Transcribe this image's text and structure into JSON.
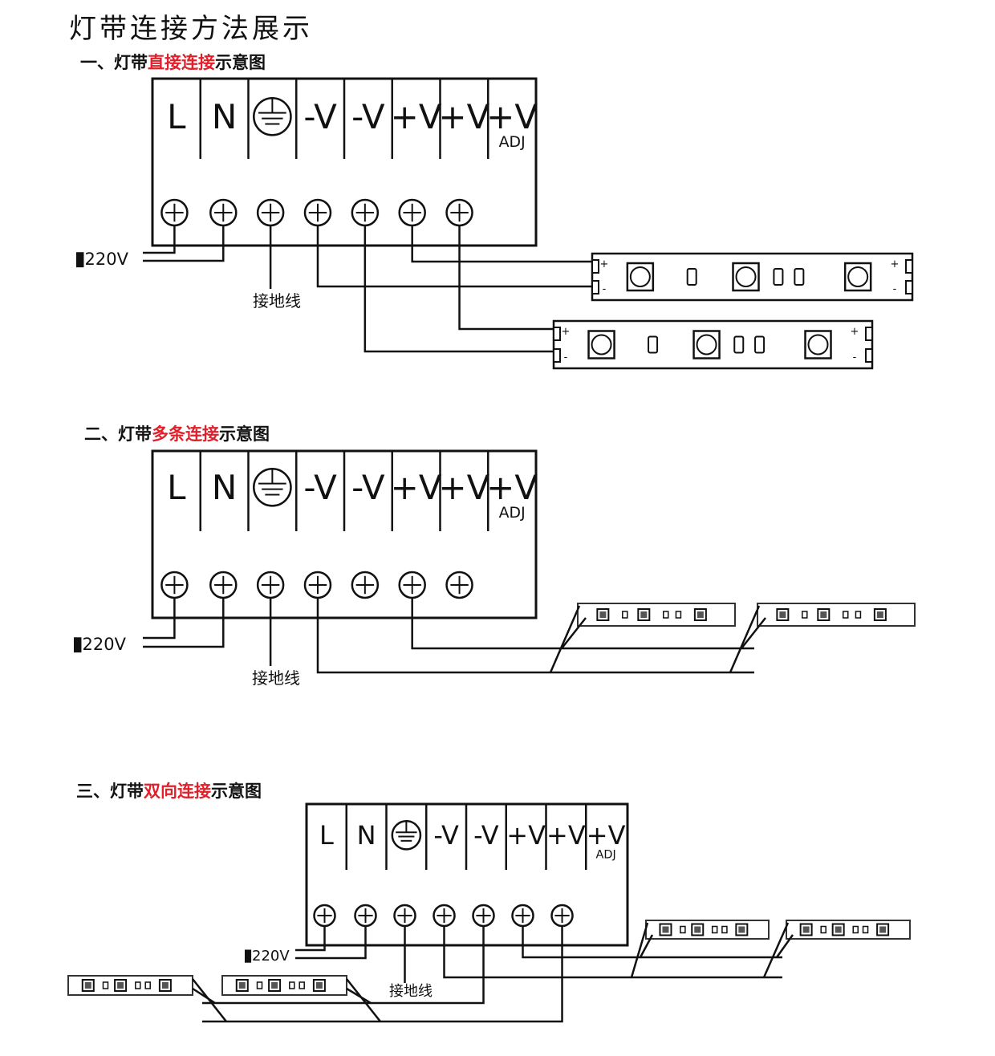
{
  "title": "灯带连接方法展示",
  "sections": [
    {
      "prefix": "一、灯带",
      "highlight": "直接连接",
      "suffix": "示意图"
    },
    {
      "prefix": "二、灯带",
      "highlight": "多条连接",
      "suffix": "示意图"
    },
    {
      "prefix": "三、灯带",
      "highlight": "双向连接",
      "suffix": "示意图"
    }
  ],
  "terminals": [
    "L",
    "N",
    "ground-symbol",
    "-V",
    "-V",
    "+V",
    "+V",
    "+V"
  ],
  "adj_label": "ADJ",
  "supply_label": "220V",
  "ground_wire_label": "接地线",
  "strip_plus": "+",
  "strip_minus": "-",
  "colors": {
    "highlight": "#e0202a",
    "line": "#111111"
  }
}
